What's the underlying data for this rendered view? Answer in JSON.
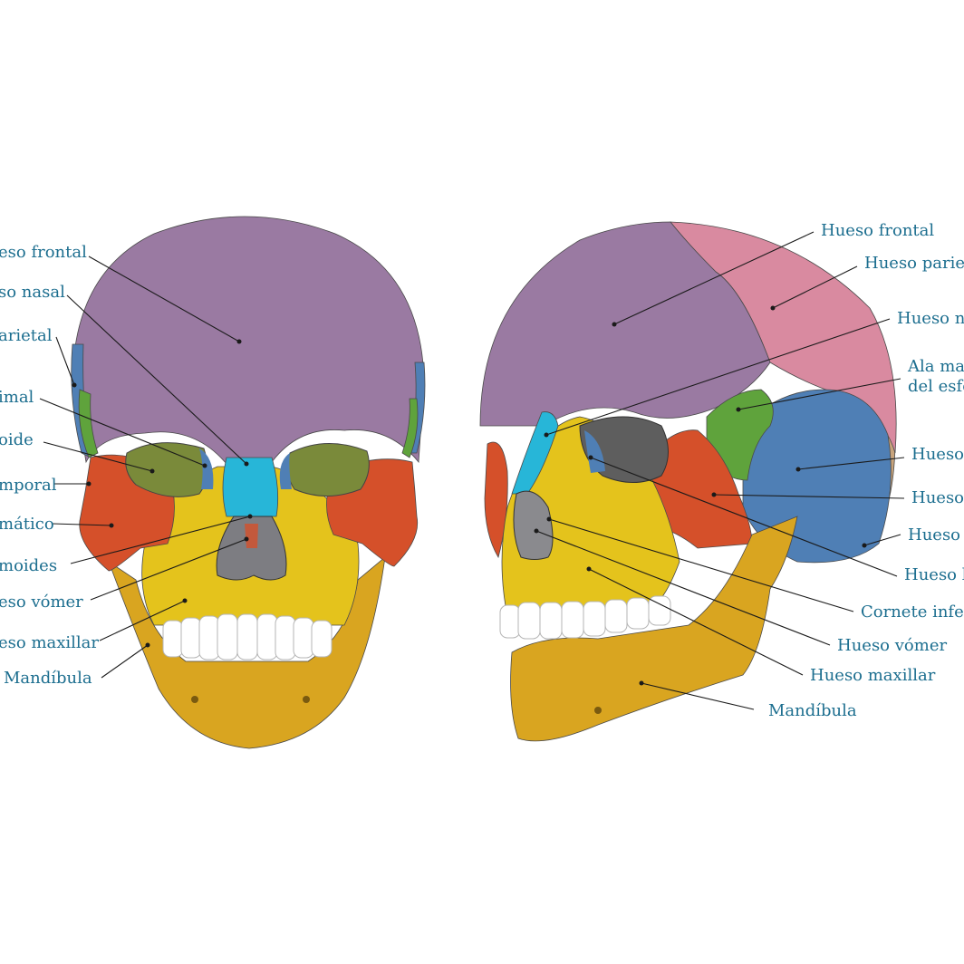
{
  "front_view": {
    "labels": [
      "eso frontal",
      "so nasal",
      "arietal",
      "imal",
      "oide",
      "mporal",
      "mático",
      "moides",
      "eso vómer",
      "eso maxillar",
      "Mandíbula"
    ]
  },
  "side_view": {
    "labels": [
      "Hueso frontal",
      "Hueso parie",
      "Hueso n",
      "Ala ma",
      "del esfe",
      "Hueso",
      "Hueso",
      "Hueso",
      "Hueso l",
      "Cornete infe",
      "Hueso vómer",
      "Hueso maxillar",
      "Mandíbula"
    ]
  },
  "colors": {
    "label_text": "#1c6e8f",
    "frontal": "#9a7aa2",
    "parietal": "#d98aa0",
    "nasal": "#27b6d8",
    "sphenoid": "#5fa33c",
    "temporal": "#4f7fb5",
    "zygomatic": "#d5502a",
    "maxilla": "#e4c31c",
    "mandible": "#d9a520",
    "occipital": "#c8a47c",
    "ethmoid": "#8e8e8e",
    "teeth": "#ffffff"
  }
}
